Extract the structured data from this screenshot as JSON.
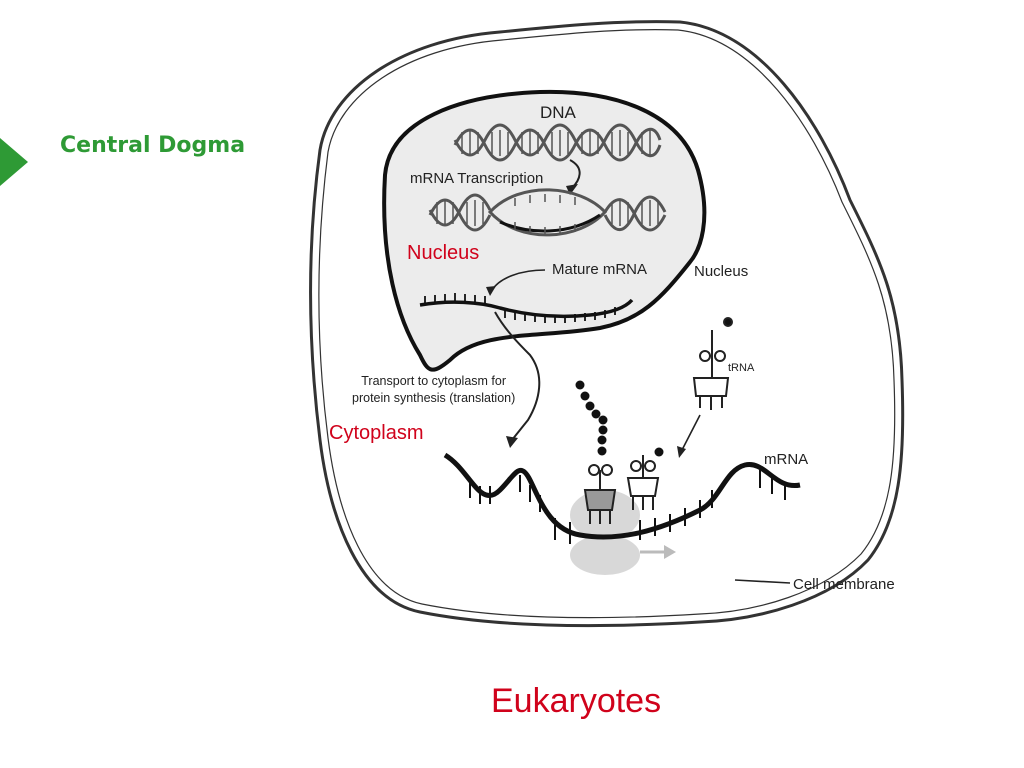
{
  "slide": {
    "title": "Central Dogma",
    "marker_color": "#2e9a35"
  },
  "diagram": {
    "labels": {
      "dna": "DNA",
      "mrna_transcription": "mRNA Transcription",
      "mature_mrna": "Mature mRNA",
      "nucleus": "Nucleus",
      "transport_line1": "Transport to cytoplasm for",
      "transport_line2": "protein synthesis (translation)",
      "trna": "tRNA",
      "mrna": "mRNA",
      "cell_membrane": "Cell membrane"
    },
    "overlays": {
      "nucleus": "Nucleus",
      "cytoplasm": "Cytoplasm",
      "eukaryotes": "Eukaryotes",
      "color": "#d0021b"
    }
  }
}
